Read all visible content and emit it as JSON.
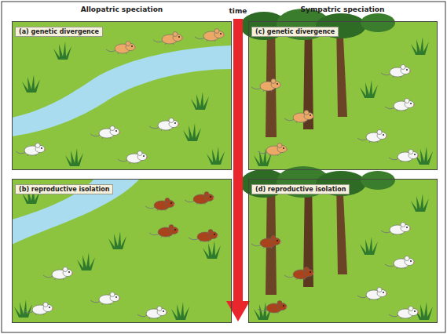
{
  "diagram": {
    "nodes": [
      {
        "text": [
          "(a) genetic divergence"
        ]
      },
      {
        "text": [
          "(c) genetic divergence"
        ]
      },
      {
        "text": [
          "(b) reproductive isolation"
        ]
      },
      {
        "text": [
          "(d) reproductive isolation"
        ]
      }
    ],
    "labels": [
      "Allopatric speciation",
      "time",
      "Sympatric speciation"
    ]
  }
}
